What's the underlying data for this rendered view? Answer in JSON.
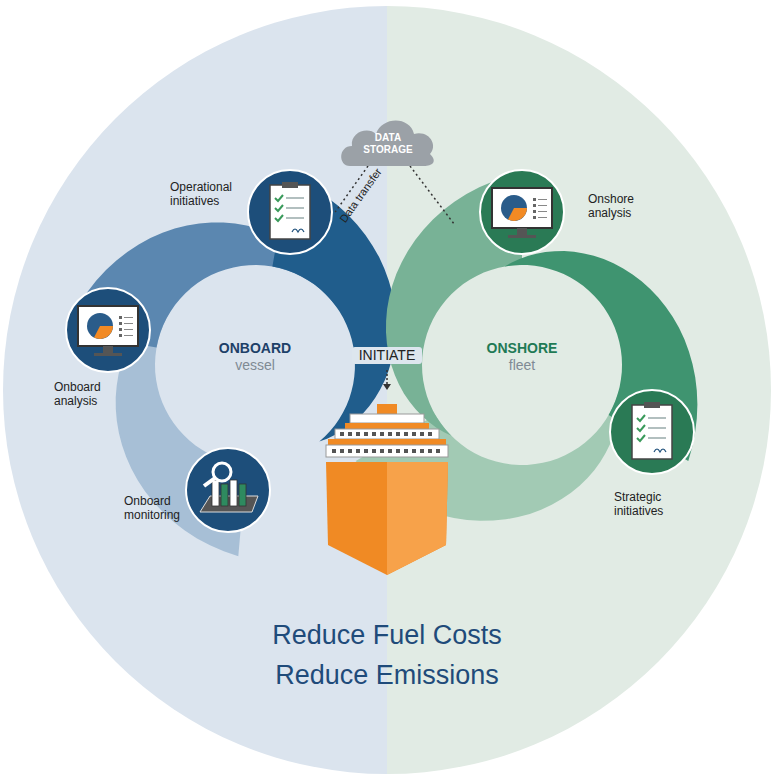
{
  "diagram": {
    "nodes": [
      {
        "text": [
          "DATA STORAGE"
        ]
      },
      {
        "text": [
          "ONBOARD",
          "vessel"
        ]
      },
      {
        "text": [
          "ONSHORE",
          "fleet"
        ]
      }
    ],
    "edges": [
      {
        "from": 0,
        "to": 1,
        "arrow": "none",
        "label": "Data transfer"
      },
      {
        "from": 0,
        "to": 2,
        "arrow": "none"
      }
    ],
    "labels": [
      "Operational initiatives",
      "Onshore analysis",
      "INITIATE",
      "Onboard analysis",
      "Strategic initiatives",
      "Onboard monitoring",
      "Reduce Fuel Costs",
      "Reduce Emissions"
    ]
  }
}
